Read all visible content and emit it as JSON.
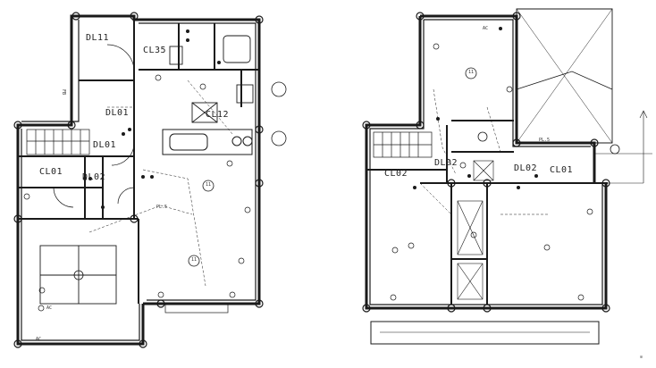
{
  "floor1": {
    "closets": [
      "DL11",
      "CL35",
      "CL12",
      "CL01"
    ],
    "downlights": [
      "DL01",
      "DL01",
      "DL02"
    ],
    "circuit_numbers": [
      "11",
      "11"
    ],
    "ceiling_text": "PL.5",
    "other_marks": [
      "FB",
      "AC",
      "AC"
    ]
  },
  "floor2": {
    "closets": [
      "CL02",
      "CL01"
    ],
    "downlights": [
      "DL02",
      "DL02"
    ],
    "circuit_numbers": [
      "11"
    ],
    "ceiling_text": "PL.5",
    "other_marks": [
      "AC"
    ]
  },
  "symbols": {
    "circle_plug": "circle-outlet-symbol",
    "north": "north-arrow-icon"
  }
}
